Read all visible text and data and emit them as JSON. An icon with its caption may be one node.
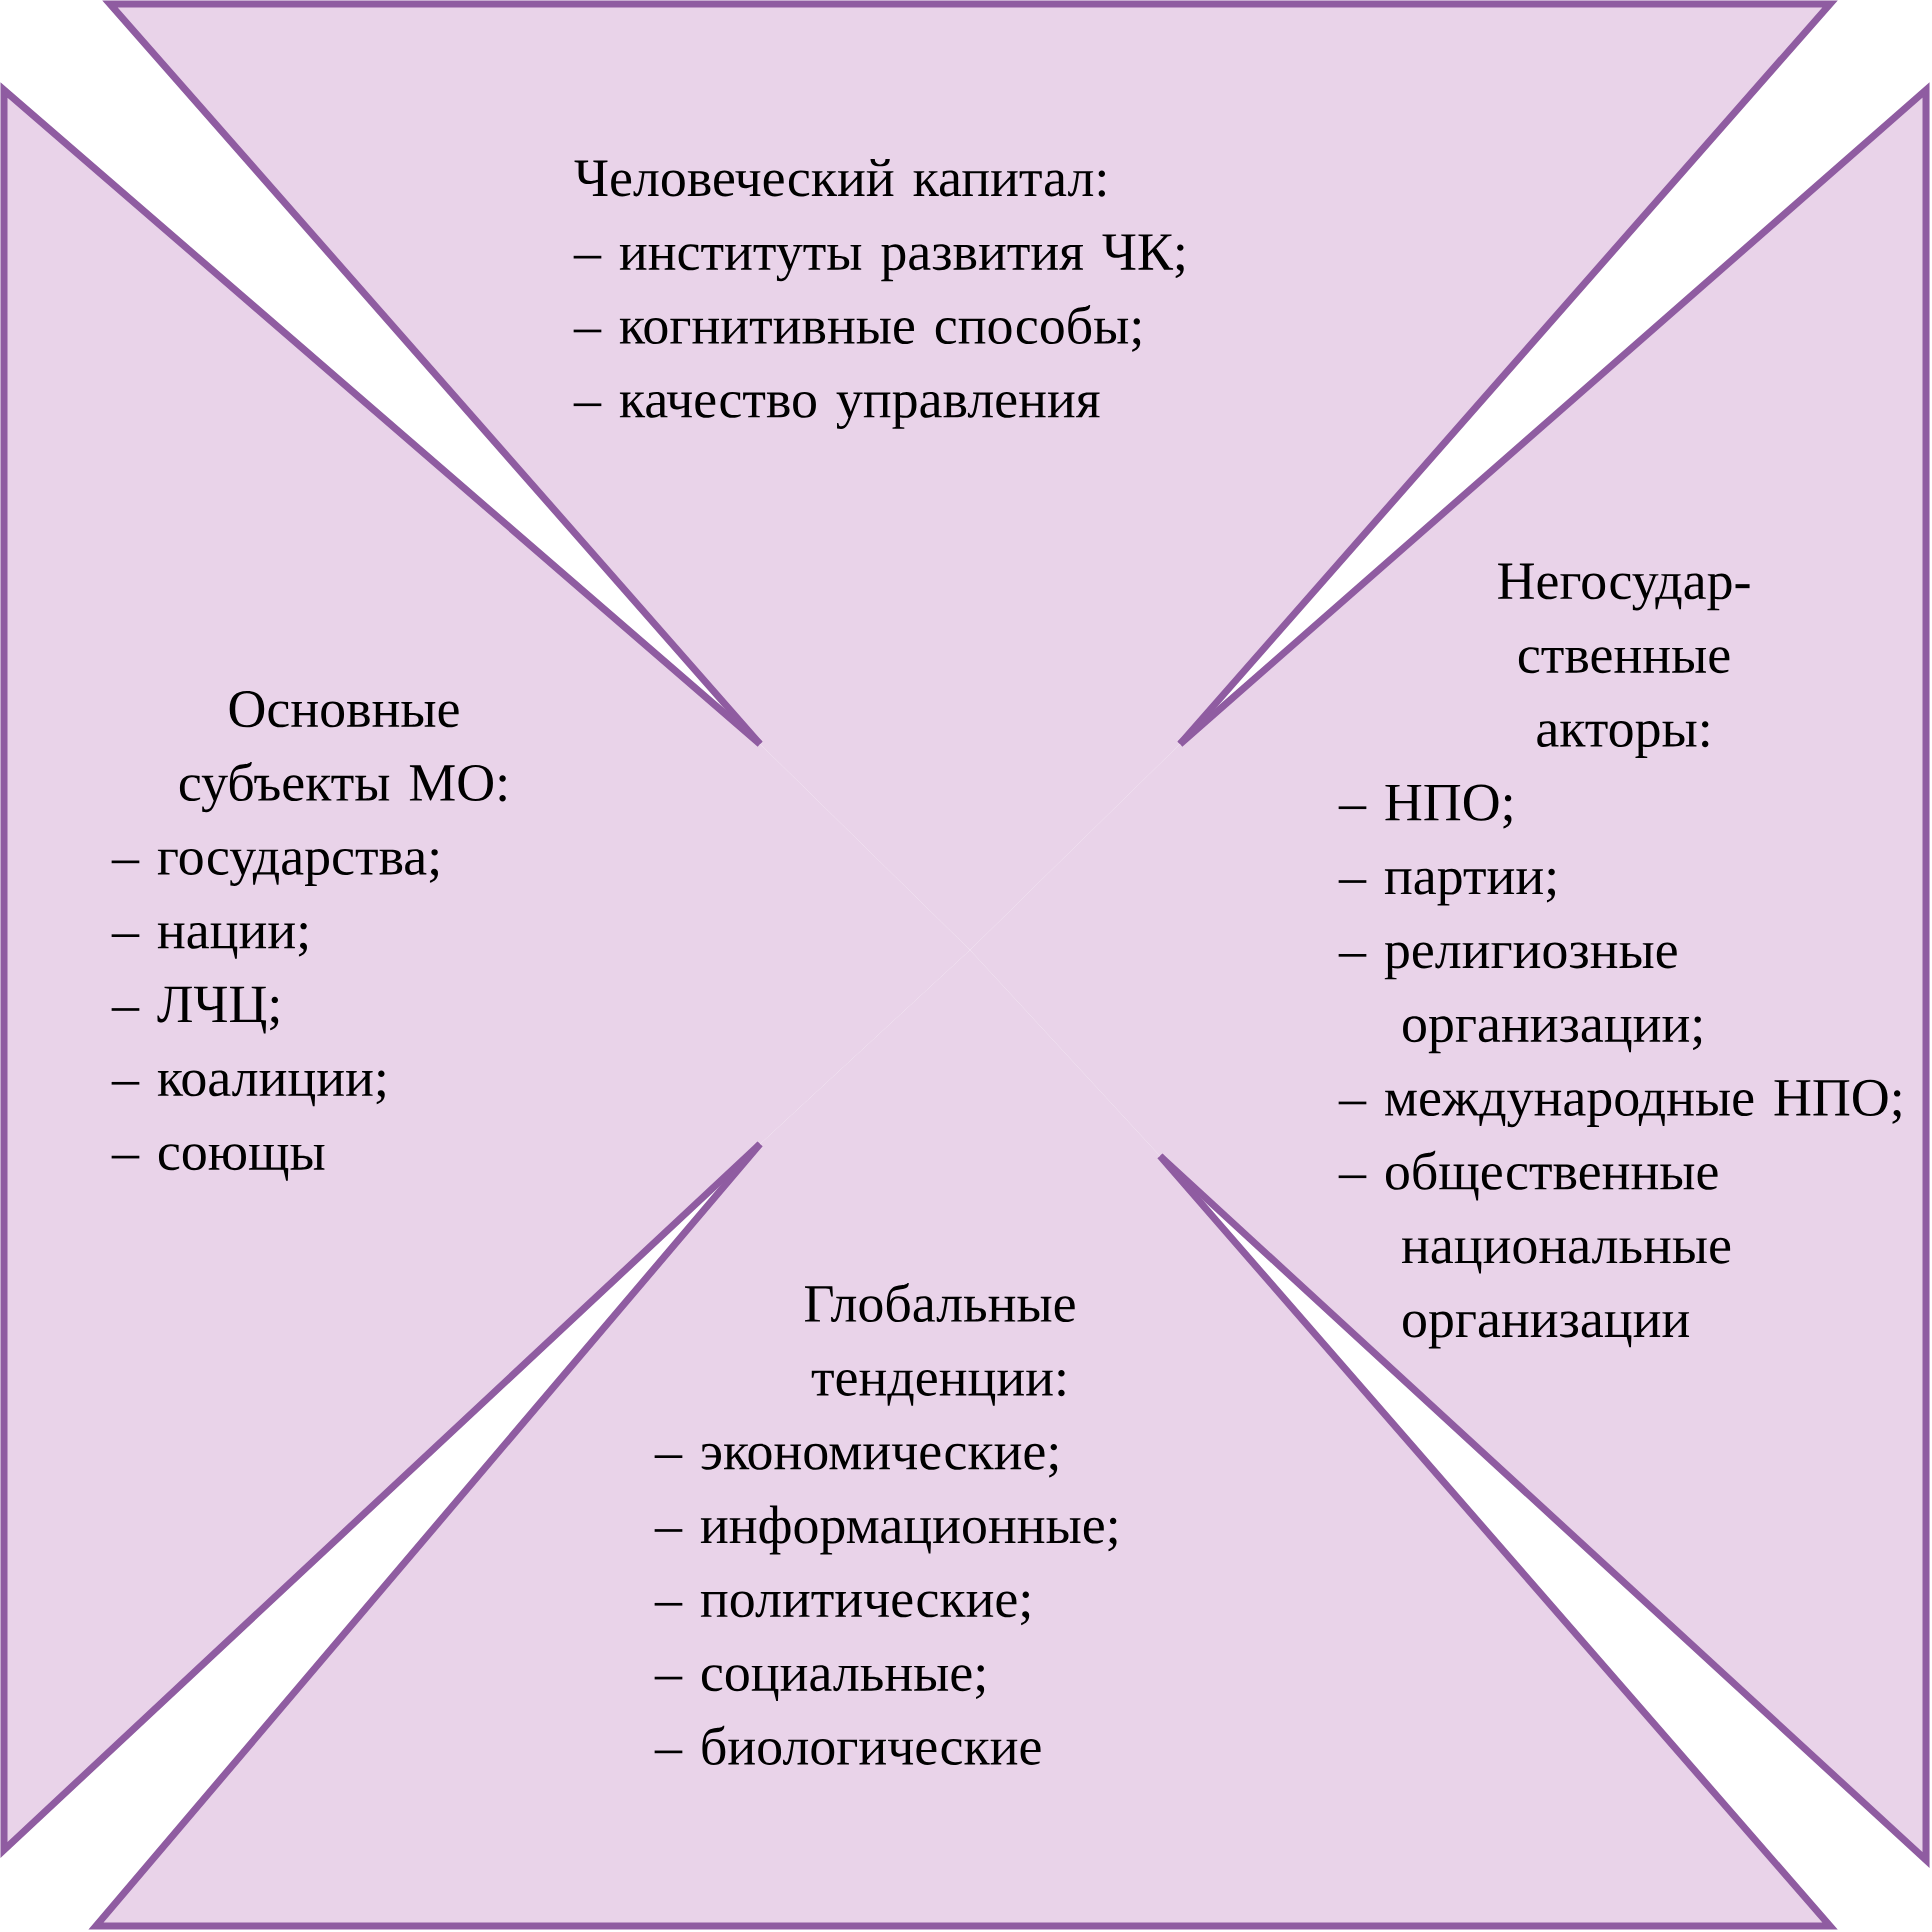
{
  "diagram": {
    "nodes": [
      {
        "text": [
          "Человеческий капитал:",
          "– институты развития ЧК;",
          "– когнитивные способы;",
          "– качество управления"
        ]
      },
      {
        "text": [
          "Основные субъекты МО:",
          "– государства;",
          "– нации;",
          "– ЛЧЦ;",
          "– коалиции;",
          "– соющы"
        ]
      },
      {
        "text": [
          "Негосудар- ственные акторы:",
          "– НПО;",
          "– партии;",
          "– религиозные организации;",
          "– международные НПО;",
          "– общественные национальные организации"
        ]
      },
      {
        "text": [
          "Глобальные тенденции:",
          "– экономические;",
          "– информационные;",
          "– политические;",
          "– социальные;",
          "– биологические"
        ]
      }
    ]
  }
}
